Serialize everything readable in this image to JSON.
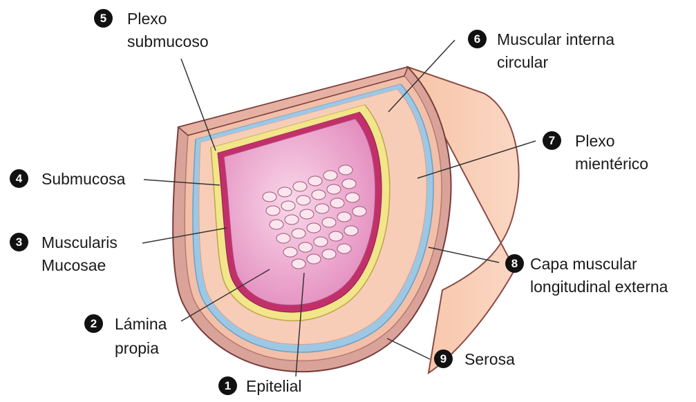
{
  "labels": {
    "plexo_submucoso": {
      "num": "5",
      "line1": "Plexo",
      "line2": "submucoso"
    },
    "muscular_interna": {
      "num": "6",
      "line1": "Muscular interna",
      "line2": "circular"
    },
    "plexo_mienterico": {
      "num": "7",
      "line1": "Plexo",
      "line2": "mientérico"
    },
    "submucosa": {
      "num": "4",
      "line1": "Submucosa"
    },
    "muscularis_mucosae": {
      "num": "3",
      "line1": "Muscularis",
      "line2": "Mucosae"
    },
    "capa_muscular": {
      "num": "8",
      "line1": "Capa muscular",
      "line2": "longitudinal externa"
    },
    "lamina_propia": {
      "num": "2",
      "line1": "Lámina",
      "line2": "propia"
    },
    "serosa": {
      "num": "9",
      "line1": "Serosa"
    },
    "epitelial": {
      "num": "1",
      "line1": "Epitelial"
    }
  },
  "colors": {
    "serosa": "#d9a39a",
    "longitudinal": "#f4c7ae",
    "circular": "#f8cdb7",
    "plexus": "#9cc8e6",
    "submucosa_yellow": "#f2e58a",
    "muscularis": "#c2306a",
    "lamina": "#e79ac3",
    "lumen": "#f4b5d6",
    "outline": "#7a3b3b"
  }
}
